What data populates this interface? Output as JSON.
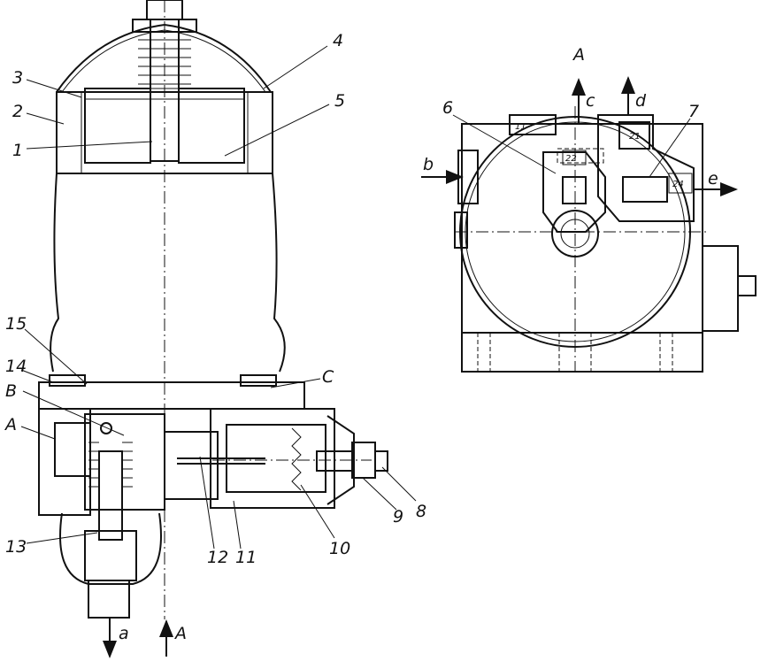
{
  "labels": {
    "l1": "1",
    "l2": "2",
    "l3": "3",
    "l4": "4",
    "l5": "5",
    "l6": "6",
    "l7": "7",
    "l8": "8",
    "l9": "9",
    "l10": "10",
    "l11": "11",
    "l12": "12",
    "l13": "13",
    "l14": "14",
    "l15": "15",
    "A": "A",
    "B": "B",
    "C": "C",
    "a": "a",
    "b": "b",
    "c": "c",
    "d": "d",
    "e": "e",
    "viewA": "A",
    "arrowA": "A"
  },
  "ports": {
    "p21": "21",
    "p22": "22",
    "p24": "24",
    "p11": "11"
  }
}
